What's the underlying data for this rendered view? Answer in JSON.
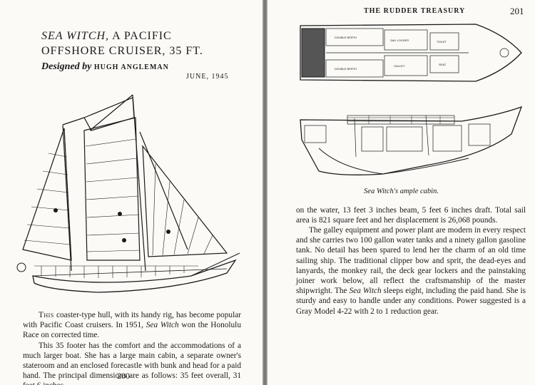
{
  "left_page": {
    "title": {
      "name": "SEA WITCH",
      "rest_line1": ", A PACIFIC",
      "line2": "OFFSHORE CRUISER, 35 FT.",
      "designed_by": "Designed by",
      "designer": "HUGH ANGLEMAN"
    },
    "date": "JUNE, 1945",
    "body": {
      "lead": "This",
      "t1": " coaster-type hull, with its handy rig, has become popular with Pacific Coast cruisers. In 1951, ",
      "boat1": "Sea Witch",
      "t2": " won the Honolulu Race on corrected time.",
      "p2": "This 35 footer has the comfort and the accommodations of a much larger boat. She has a large main cabin, a separate owner's stateroom and an enclosed forecastle with bunk and head for a paid hand. The principal dimensions are as follows: 35 feet overall, 31 feet 6 inches"
    },
    "page_number": "200"
  },
  "right_page": {
    "running_head": "THE RUDDER TREASURY",
    "page_number": "201",
    "plan_labels": [
      "DOUBLE BERTH",
      "DOUBLE BERTH",
      "SAIL LOCKER",
      "GALLEY",
      "TOILET",
      "SEAT"
    ],
    "caption": {
      "name": "Sea Witch's",
      "rest": " ample cabin."
    },
    "body": {
      "p1": "on the water, 13 feet 3 inches beam, 5 feet 6 inches draft. Total sail area is 821 square feet and her displacement is 26,068 pounds.",
      "p2a": "The galley equipment and power plant are modern in every respect and she carries two 100 gallon water tanks and a ninety gallon gasoline tank. No detail has been spared to lend her the charm of an old time sailing ship. The traditional clipper bow and sprit, the dead-eyes and lanyards, the monkey rail, the deck gear lockers and the painstaking joiner work below, all reflect the craftsmanship of the master shipwright. The ",
      "boat": "Sea Witch",
      "p2b": " sleeps eight, including the paid hand. She is sturdy and easy to handle under any conditions. Power suggested is a Gray Model 4-22 with 2 to 1 reduction gear."
    }
  }
}
